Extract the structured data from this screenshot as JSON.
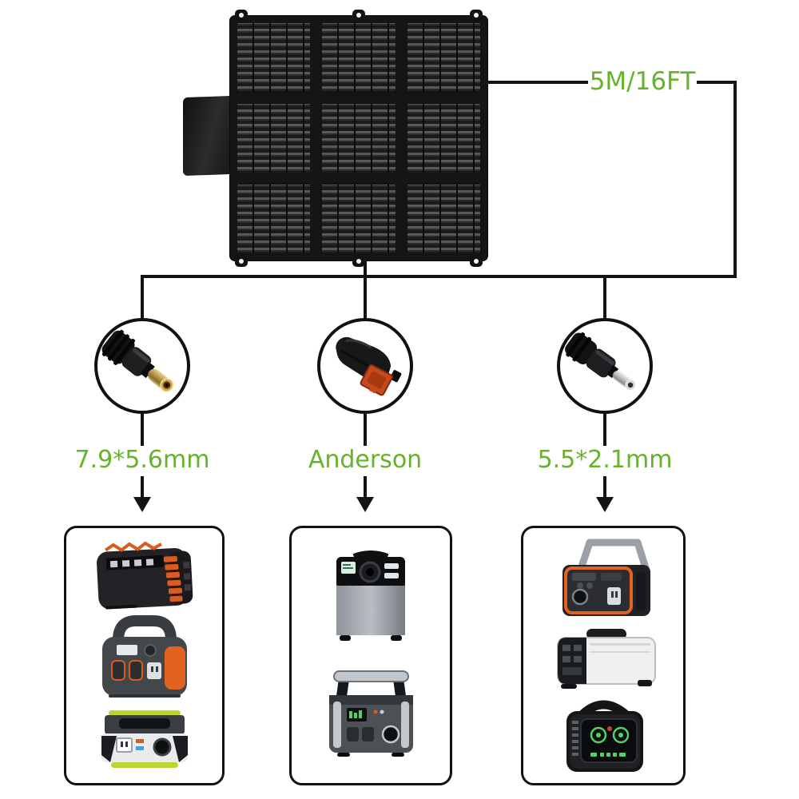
{
  "diagram": {
    "cable_length": "5M/16FT",
    "accent_green": "#67b22b",
    "line_color": "#141414",
    "panel": {
      "type": "foldable-solar-panel",
      "sections_rows": 3,
      "sections_cols": 3
    },
    "connectors": [
      {
        "label": "7.9*5.6mm",
        "type": "dc-plug-gold-tip"
      },
      {
        "label": "Anderson",
        "type": "anderson-connector"
      },
      {
        "label": "5.5*2.1mm",
        "type": "dc-plug-silver-tip"
      }
    ],
    "compatible_groups": [
      {
        "connector_label": "7.9*5.6mm",
        "products": [
          "black-orange-power-station",
          "orange-side-arch-handle-power-station",
          "white-green-power-station"
        ]
      },
      {
        "connector_label": "Anderson",
        "products": [
          "gray-tower-power-station",
          "silver-handle-power-station"
        ]
      },
      {
        "connector_label": "5.5*2.1mm",
        "products": [
          "orange-trim-metal-handle-power-station",
          "silver-horizontal-power-station",
          "rugged-green-accent-power-station"
        ]
      }
    ]
  }
}
